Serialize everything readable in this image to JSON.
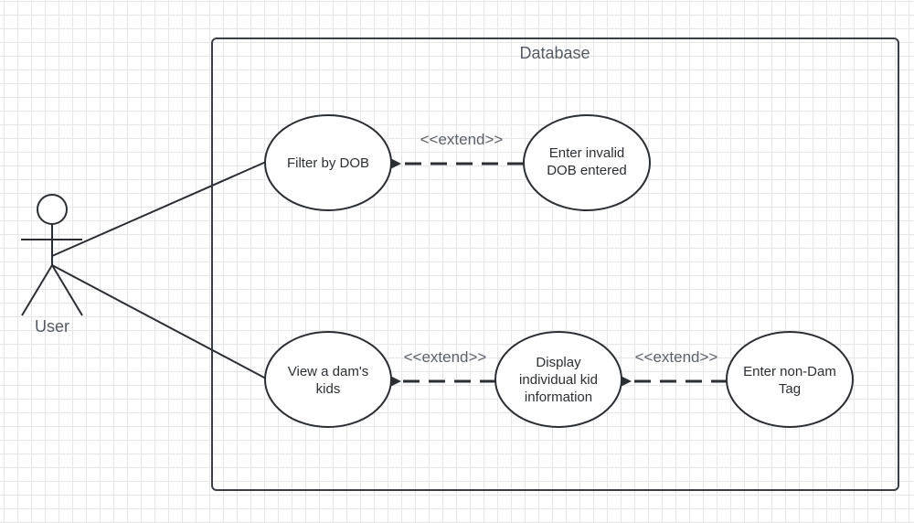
{
  "system": {
    "title": "Database"
  },
  "actor": {
    "name": "User"
  },
  "use_cases": {
    "filter_by_dob": {
      "line1": "Filter by DOB",
      "line2": ""
    },
    "invalid_dob": {
      "line1": "Enter invalid",
      "line2": "DOB entered"
    },
    "view_kids": {
      "line1": "View a dam's",
      "line2": "kids"
    },
    "display_kid": {
      "line1": "Display",
      "line2": "individual kid",
      "line3": "information"
    },
    "non_dam_tag": {
      "line1": "Enter non-Dam",
      "line2": "Tag"
    }
  },
  "relations": {
    "extend_dob": "<<extend>>",
    "extend_display": "<<extend>>",
    "extend_tag": "<<extend>>"
  },
  "colors": {
    "stroke": "#2b2f33",
    "boundary": "#3a3f45",
    "grid": "#e6e6e6"
  }
}
